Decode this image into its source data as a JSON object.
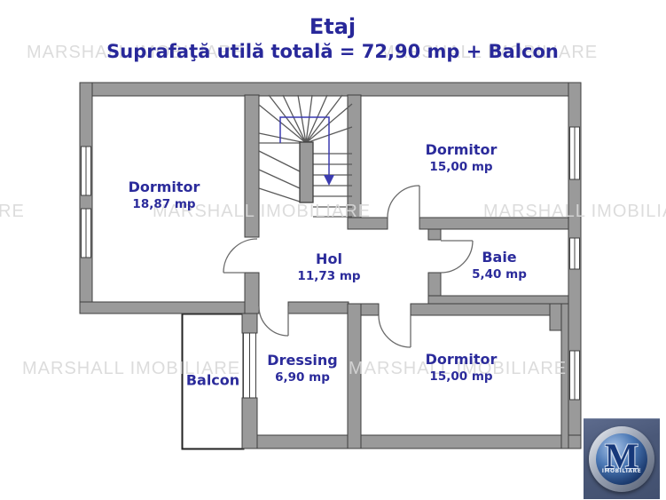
{
  "header": {
    "title": "Etaj",
    "subtitle": "Suprafaţă utilă totală = 72,90 mp + Balcon"
  },
  "watermark": {
    "text": "MARSHALL IMOBILIARE",
    "left_edge_fragment": "RE"
  },
  "rooms": {
    "dormitor1": {
      "name": "Dormitor",
      "area": "18,87 mp"
    },
    "dormitor2": {
      "name": "Dormitor",
      "area": "15,00 mp"
    },
    "hol": {
      "name": "Hol",
      "area": "11,73 mp"
    },
    "baie": {
      "name": "Baie",
      "area": "5,40 mp"
    },
    "dressing": {
      "name": "Dressing",
      "area": "6,90 mp"
    },
    "dormitor3": {
      "name": "Dormitor",
      "area": "15,00 mp"
    },
    "balcon": {
      "name": "Balcon"
    }
  },
  "logo": {
    "letter": "M",
    "caption": "IMOBILIARE"
  },
  "icons": {
    "stairs_arrow": "stairs-down-arrow"
  },
  "colors": {
    "wall": "#9a9a9a",
    "wall_outline": "#3f3f3f",
    "label_text": "#2b2b9b",
    "title_text": "#28289a",
    "watermark": "#d9d9d9",
    "stairs_route": "#3b3bb0",
    "logo_bg": "#4a5878"
  }
}
